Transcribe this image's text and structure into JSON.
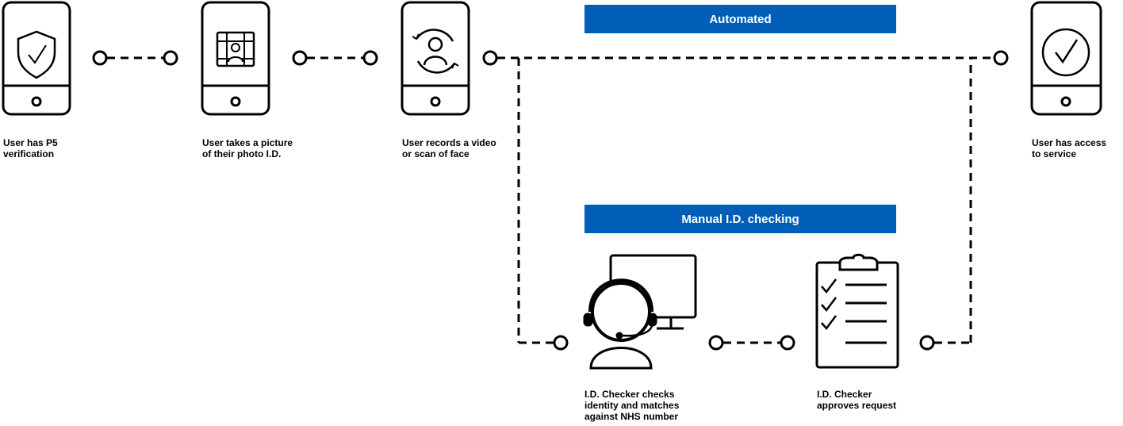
{
  "colors": {
    "banner": "#005EB8",
    "line": "#000000",
    "background": "#ffffff"
  },
  "banners": {
    "automated": "Automated",
    "manual": "Manual I.D. checking"
  },
  "steps": [
    {
      "icon": "phone-shield-check-icon",
      "label": "User has P5\nverification"
    },
    {
      "icon": "phone-id-card-icon",
      "label": "User takes a picture\nof their photo I.D."
    },
    {
      "icon": "phone-face-scan-icon",
      "label": "User records a video\nor scan of face"
    },
    {
      "icon": "phone-checkmark-icon",
      "label": "User has access\nto service"
    },
    {
      "icon": "id-checker-headset-icon",
      "label": "I.D. Checker checks\nidentity and matches\nagainst NHS number"
    },
    {
      "icon": "clipboard-checklist-icon",
      "label": "I.D. Checker\napproves request"
    }
  ]
}
